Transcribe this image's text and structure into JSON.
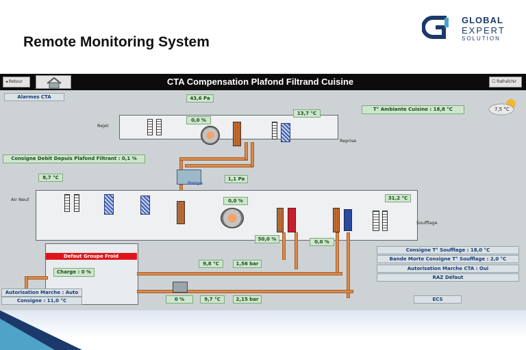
{
  "slide": {
    "title": "Remote Monitoring System"
  },
  "logo": {
    "line1": "GLOBAL",
    "line2": "EXPERT",
    "line3": "SOLUTION"
  },
  "toolbar": {
    "title": "CTA Compensation Plafond Filtrand Cuisine",
    "back_label": "◂ Retour",
    "refresh_label": "☐ Rafraîchir"
  },
  "alarms_button": "Alarmes CTA",
  "labels": {
    "rejet": "Rejet",
    "reprise": "Reprise",
    "air_neuf": "Air Neuf",
    "soufflage": "Soufflage",
    "pompe": "Pompe"
  },
  "values": {
    "pressure_top": "43,6 Pa",
    "fan_top_pct": "0,0 %",
    "temp_reprise": "13,7 °C",
    "ambient": "T° Ambiante Cuisine : 18,8 °C",
    "weather_temp": "7,5 °C",
    "consigne_debit": "Consigne Debit Depuis Plafond Filtrant : 0,1 %",
    "temp_air_neuf": "8,7 °C",
    "pressure_mid": "1,1 Pa",
    "fan_mid_pct": "0,0 %",
    "temp_soufflage": "31,2 °C",
    "valve_hot_pct": "50,0 %",
    "valve_cold_pct": "0,0 %",
    "defaut_groupe": "Defaut Groupe Froid",
    "charge": "Charge : 0 %",
    "temp_98": "9,8 °C",
    "pressure_156": "1,56 bar",
    "pump_pct": "0 %",
    "temp_97": "9,7 °C",
    "pressure_215": "2,15 bar",
    "autorisation_marche": "Autorisation Marche : Auto",
    "consigne_froid": "Consigne : 11,0 °C",
    "consigne_soufflage": "Consigne T° Soufflage : 18,0 °C",
    "bande_morte": "Bande Morte Consigne T° Soufflage : 2,0 °C",
    "autorisation_cta": "Autorisation Marche CTA : Oui",
    "raz_defaut": "RAZ Défaut",
    "ecs": "ECS"
  },
  "colors": {
    "accent_green": "#cde6cd",
    "alarm_red": "#e0151b",
    "pipe_copper": "#d98a4e",
    "title_bar": "#0c0c0c"
  }
}
